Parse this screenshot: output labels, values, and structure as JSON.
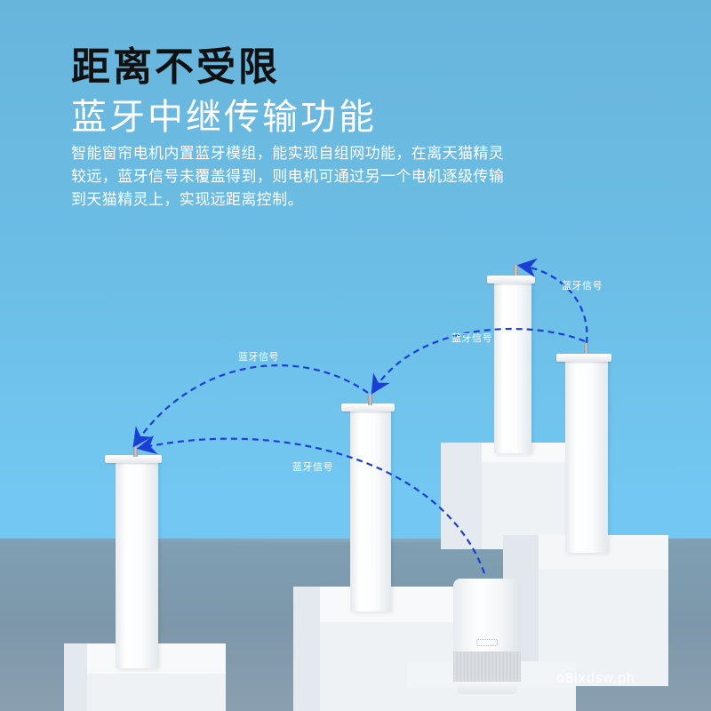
{
  "header": {
    "title": "距离不受限",
    "subtitle": "蓝牙中继传输功能",
    "description_lines": [
      "智能窗帘电机内置蓝牙模组，能实现自组网功能，在离天猫精灵",
      "较远，蓝牙信号未覆盖得到，则电机可通过另一个电机逐级传输",
      "到天猫精灵上，实现远距离控制。"
    ]
  },
  "signals": [
    {
      "label": "蓝牙信号",
      "position": "top-right"
    },
    {
      "label": "蓝牙信号",
      "position": "upper-middle"
    },
    {
      "label": "蓝牙信号",
      "position": "left-arc"
    },
    {
      "label": "蓝牙信号",
      "position": "to-speaker"
    }
  ],
  "scene": {
    "devices": [
      "motor-1",
      "motor-2",
      "motor-3",
      "motor-4",
      "smart-speaker"
    ],
    "arrow_color": "#1a3fd6"
  },
  "watermark": "o8ixdsw.ph",
  "colors": {
    "sky": "#6cbee6",
    "floor": "#7f9fb3",
    "title": "#111111",
    "subtitle": "#ffffff"
  }
}
